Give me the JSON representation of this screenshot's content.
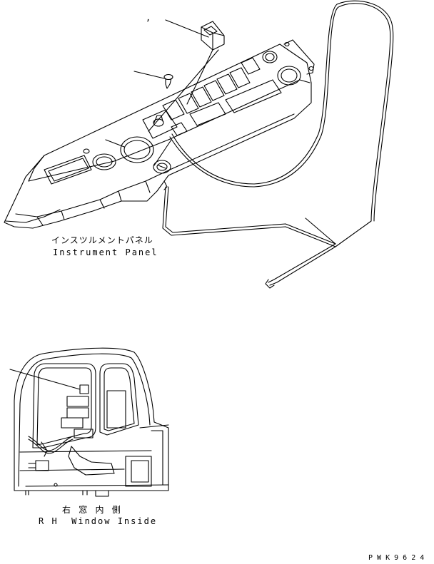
{
  "instrument_panel": {
    "caption_jp": "インスツルメントパネル",
    "caption_en": "Instrument Panel"
  },
  "rh_window": {
    "caption_jp": "右 窓 内 側",
    "caption_en": "R H  Window Inside"
  },
  "stray_mark": ",",
  "drawing_code": "P W K 9 6 2 4"
}
